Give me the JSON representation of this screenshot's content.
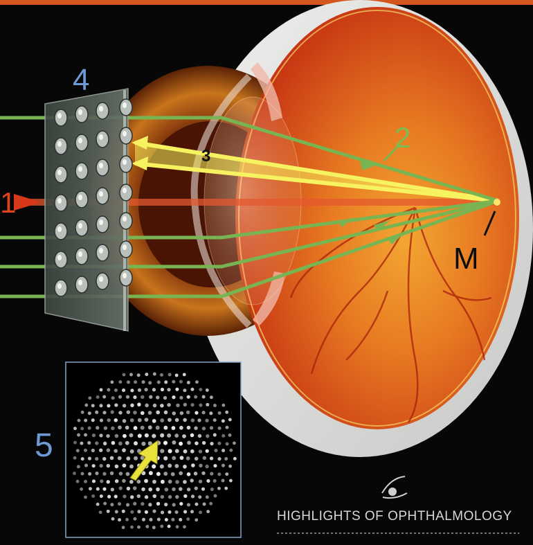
{
  "labels": {
    "one": "1",
    "two": "2",
    "three": "3",
    "four": "4",
    "five": "5",
    "macula": "M"
  },
  "brand": {
    "text": "HIGHLIGHTS OF OPHTHALMOLOGY"
  },
  "colors": {
    "frame": "#d4561f",
    "background": "#070708",
    "label_blue": "#6f9ad4",
    "green_beam": "#78b552",
    "yellow_beam": "#f2ec54",
    "red_beam": "#e0431e",
    "retina": "#e0541f"
  }
}
